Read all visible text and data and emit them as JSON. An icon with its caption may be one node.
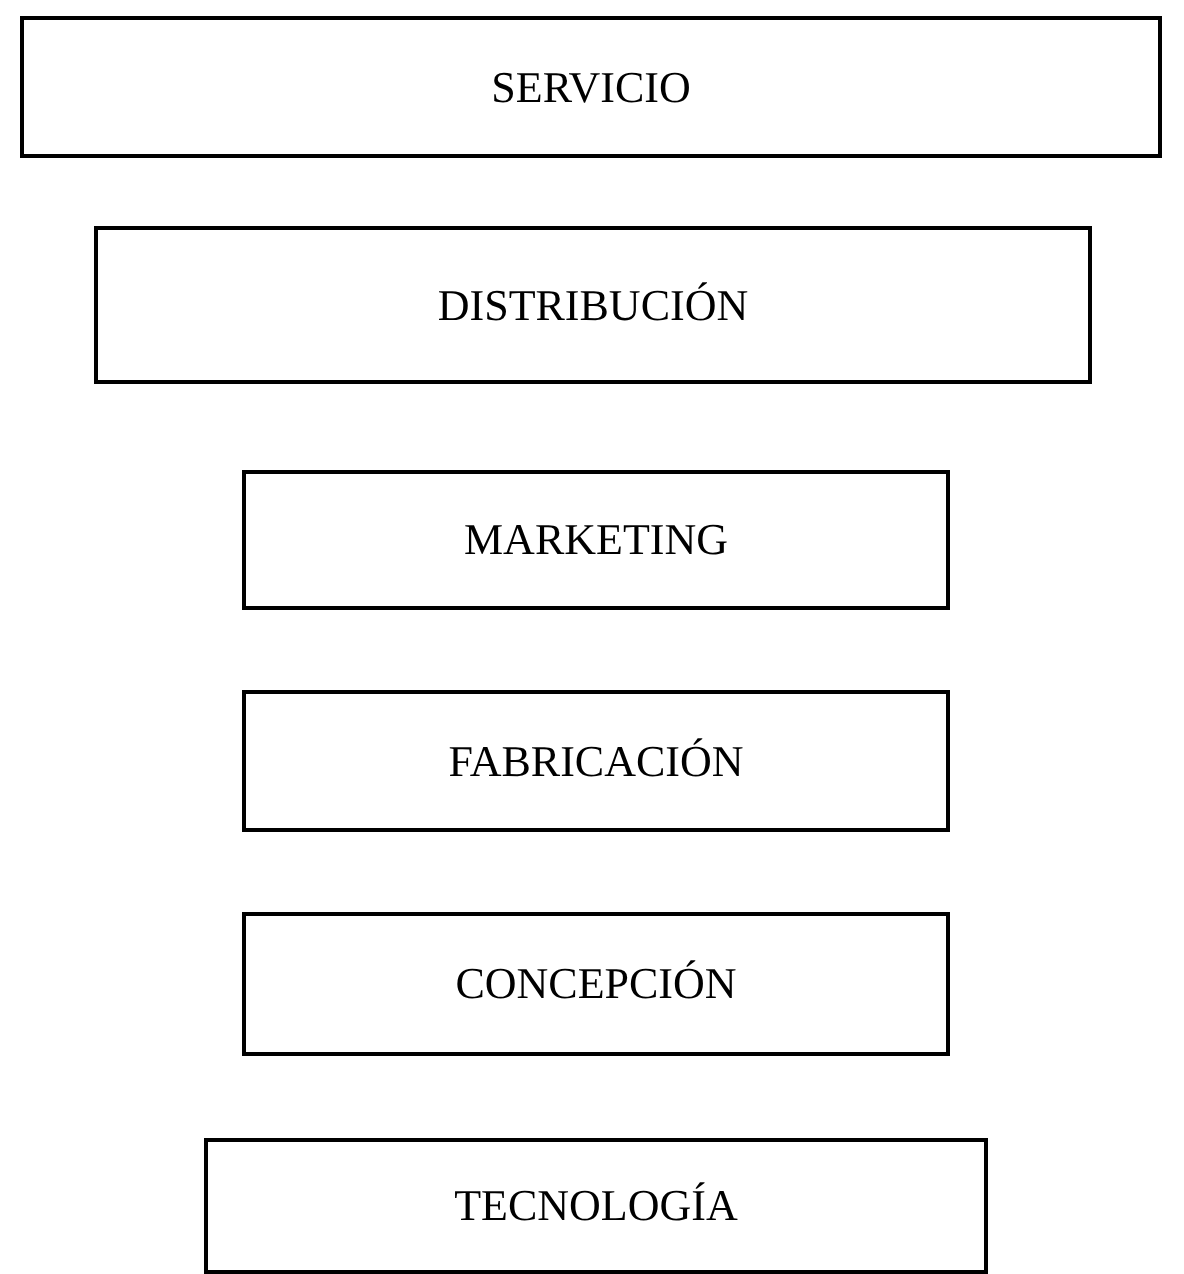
{
  "diagram": {
    "nodes": [
      {
        "text": [
          "SERVICIO"
        ]
      },
      {
        "text": [
          "DISTRIBUCIÓN"
        ]
      },
      {
        "text": [
          "MARKETING"
        ]
      },
      {
        "text": [
          "FABRICACIÓN"
        ]
      },
      {
        "text": [
          "CONCEPCIÓN"
        ]
      },
      {
        "text": [
          "TECNOLOGÍA"
        ]
      }
    ]
  }
}
